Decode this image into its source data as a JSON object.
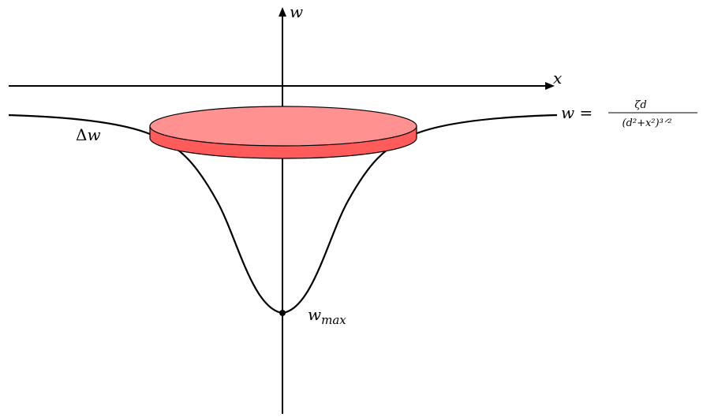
{
  "axes": {
    "x_label": "x",
    "y_label": "w"
  },
  "labels": {
    "delta_w": {
      "delta": "Δ",
      "var": "w"
    },
    "w_max": {
      "base": "w",
      "sub": "max"
    },
    "formula": {
      "lhs": "w =",
      "numerator": "ζd",
      "denominator": "(d²+x²)³ᐟ²"
    }
  },
  "colors": {
    "disk_top": "#ff9191",
    "disk_side": "#ff5b5b",
    "curve": "#000000"
  }
}
